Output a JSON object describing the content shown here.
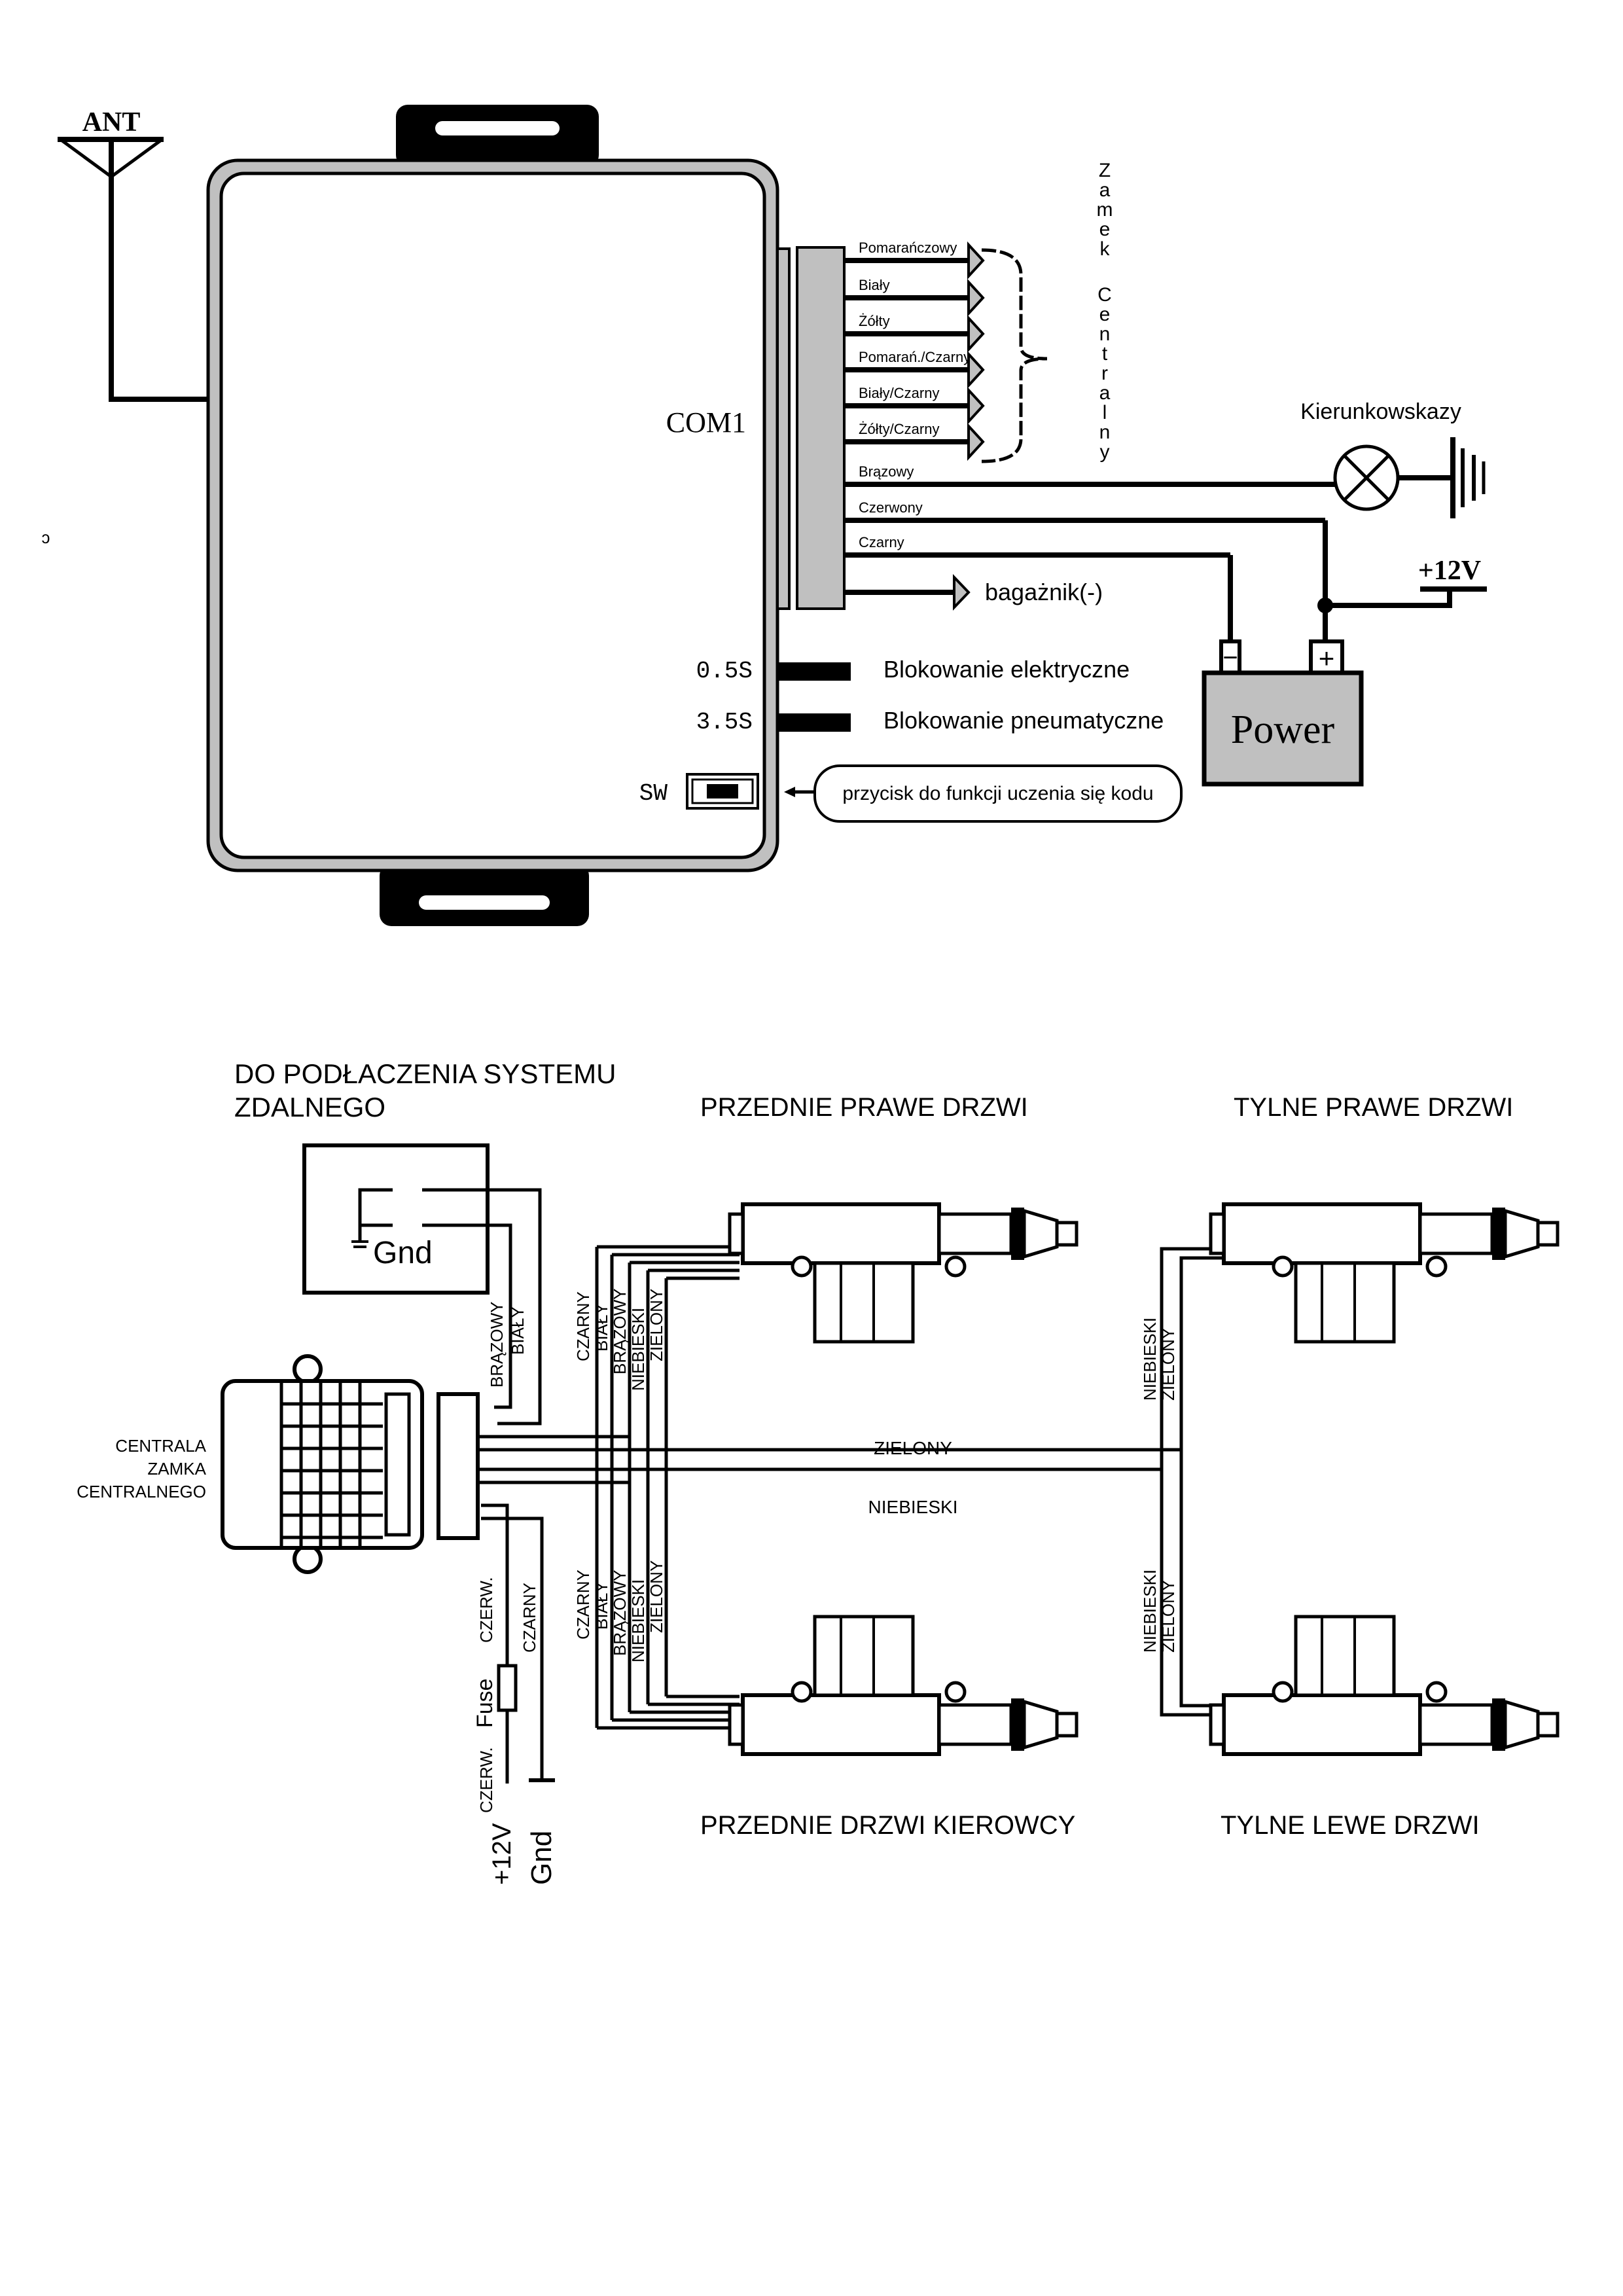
{
  "colors": {
    "ink": "#000000",
    "housing_fill": "#c0c0c0",
    "background": "#ffffff"
  },
  "top_diagram": {
    "antenna_label": "ANT",
    "connector_label": "COM1",
    "wires": [
      {
        "label": "Pomarańczowy",
        "end": "arrow"
      },
      {
        "label": "Biały",
        "end": "arrow"
      },
      {
        "label": "Żółty",
        "end": "arrow"
      },
      {
        "label": "Pomarań./Czarny",
        "end": "arrow"
      },
      {
        "label": "Biały/Czarny",
        "end": "arrow"
      },
      {
        "label": "Żółty/Czarny",
        "end": "arrow"
      },
      {
        "label": "Brązowy",
        "end": "lamp"
      },
      {
        "label": "Czerwony",
        "end": "battery-plus"
      },
      {
        "label": "Czarny",
        "end": "battery-minus"
      }
    ],
    "group_label": "Zamek Centralny",
    "turn_signal_label": "Kierunkowskazy",
    "trunk_label": "bagażnik(-)",
    "supply_label": "+12V",
    "battery_label": "Power",
    "battery_minus": "−",
    "battery_plus": "+",
    "timings": [
      {
        "value": "0.5S",
        "label": "Blokowanie elektryczne"
      },
      {
        "value": "3.5S",
        "label": "Blokowanie pneumatyczne"
      }
    ],
    "switch_label": "SW",
    "switch_note": "przycisk do funkcji uczenia się kodu",
    "stray_mark": "ↄ"
  },
  "bottom_diagram": {
    "remote_title_line1": "DO PODŁACZENIA SYSTEMU",
    "remote_title_line2": "ZDALNEGO",
    "remote_gnd": "Gnd",
    "central_unit_lines": [
      "CENTRALA",
      "ZAMKA",
      "CENTRALNEGO"
    ],
    "doors": {
      "front_right": "PRZEDNIE PRAWE DRZWI",
      "rear_right": "TYLNE PRAWE DRZWI",
      "front_driver": "PRZEDNIE DRZWI KIEROWCY",
      "rear_left": "TYLNE LEWE DRZWI"
    },
    "remote_wires": [
      "BRĄZOWY",
      "BIAŁY"
    ],
    "front_wires": [
      "CZARNY",
      "BIAŁY",
      "BRĄZOWY",
      "NIEBIESKI",
      "ZIELONY"
    ],
    "rear_wires": [
      "NIEBIESKI",
      "ZIELONY"
    ],
    "bus_green": "ZIELONY",
    "bus_blue": "NIEBIESKI",
    "power_wires": {
      "red_upper": "CZERW.",
      "red_lower": "CZERW.",
      "black": "CZARNY",
      "fuse": "Fuse",
      "plus12": "+12V",
      "gnd": "Gnd"
    }
  }
}
